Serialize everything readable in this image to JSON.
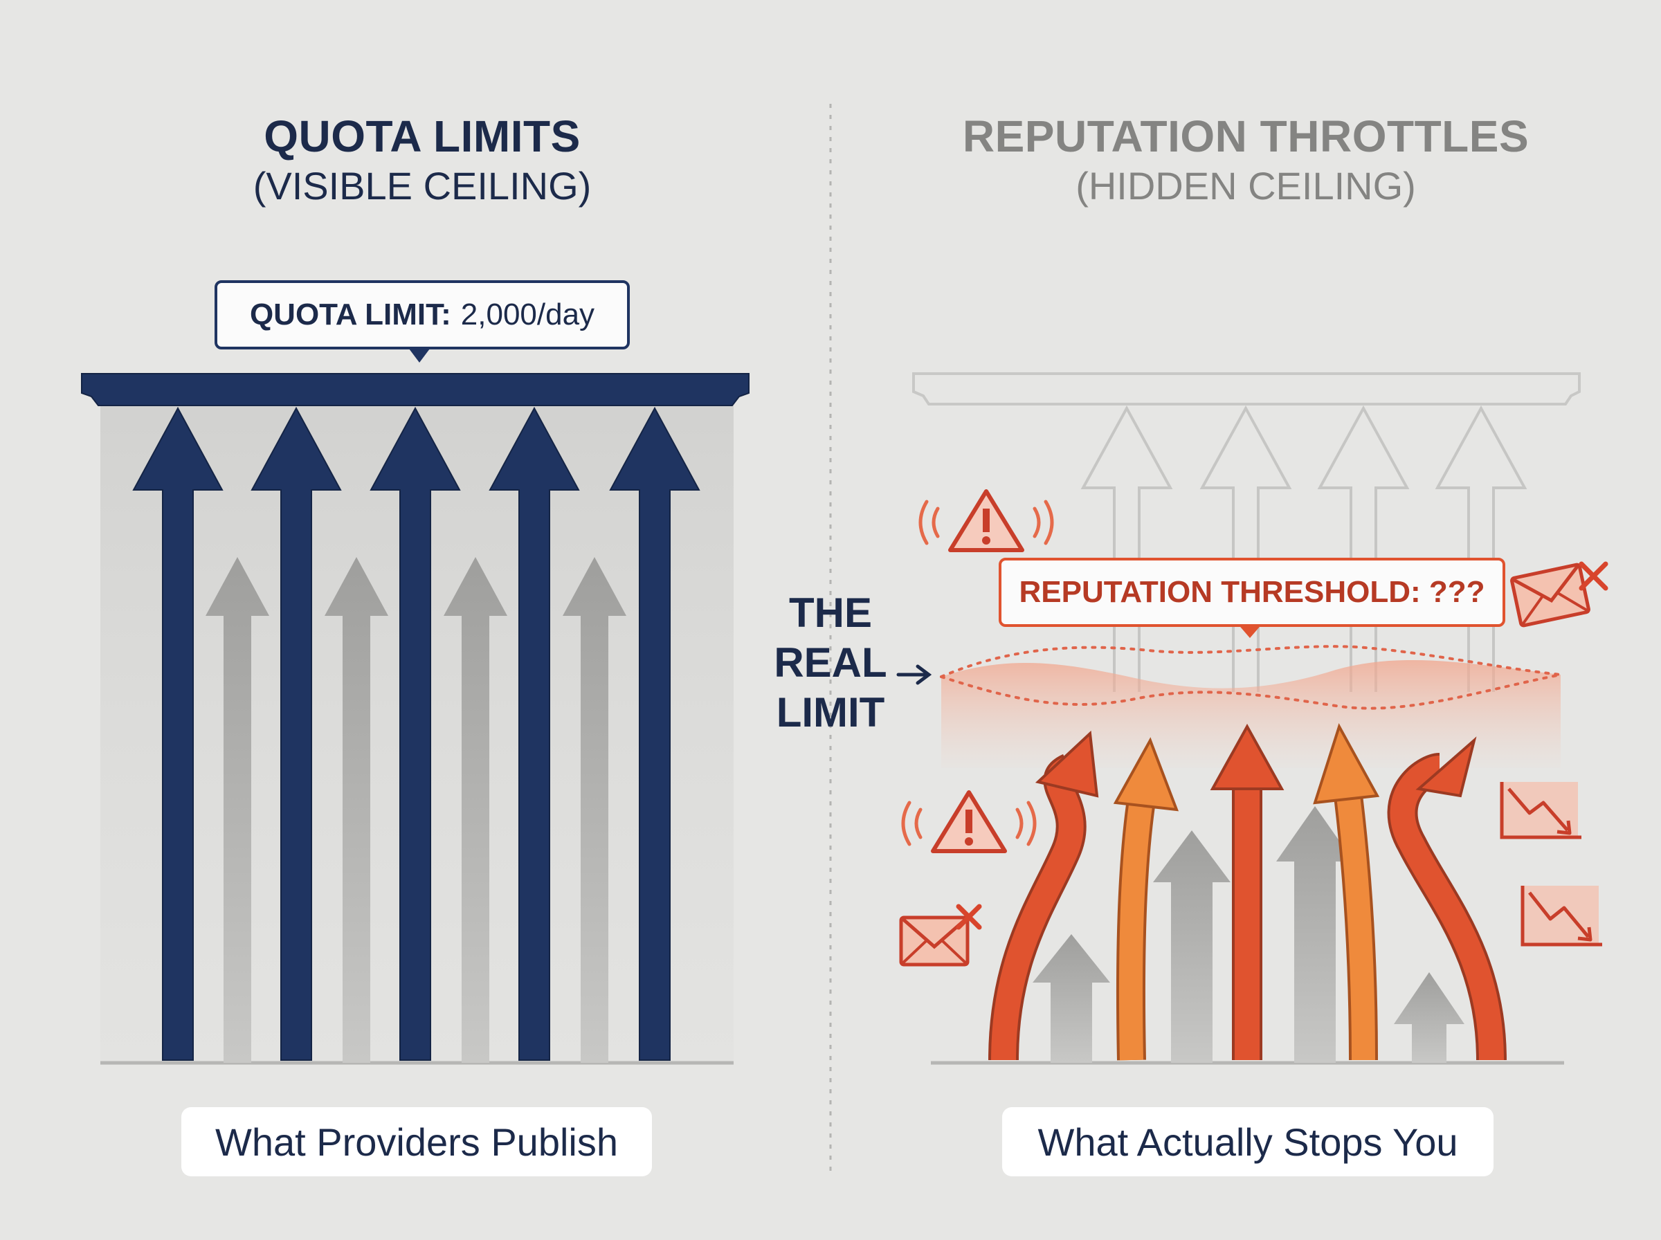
{
  "left": {
    "title": "QUOTA LIMITS",
    "subtitle": "(VISIBLE CEILING)",
    "callout_label": "QUOTA LIMIT:",
    "callout_value": "2,000/day",
    "footer": "What Providers Publish"
  },
  "right": {
    "title": "REPUTATION THROTTLES",
    "subtitle": "(HIDDEN CEILING)",
    "callout": "REPUTATION THRESHOLD: ???",
    "footer": "What Actually Stops You"
  },
  "center": {
    "real_limit_lines": [
      "THE",
      "REAL",
      "LIMIT"
    ]
  },
  "colors": {
    "navy": "#1f3461",
    "gray_arrow": "#a9a9a7",
    "orange_red": "#e0532f",
    "orange": "#ef8a3c",
    "ghost": "#cdcdcb",
    "warning": "#e56a4a"
  },
  "icons": [
    "warning-icon",
    "email-blocked-icon",
    "downtrend-icon",
    "arrow-right-icon"
  ]
}
